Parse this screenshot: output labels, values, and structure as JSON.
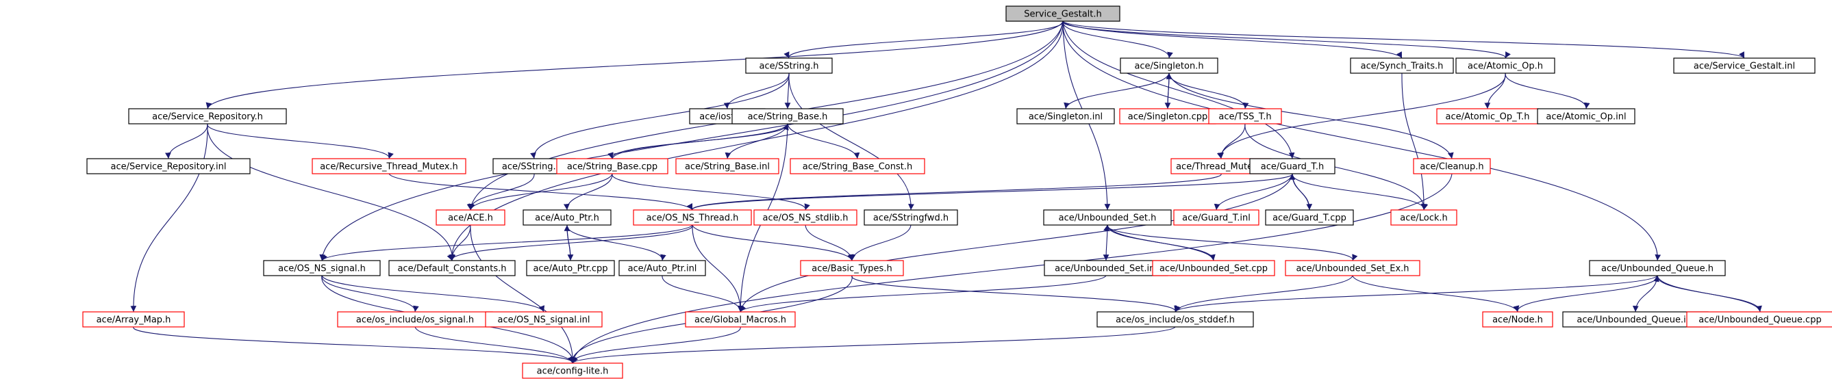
{
  "graph": {
    "root": "Service_Gestalt.h",
    "nodes": [
      {
        "id": "root",
        "label": "Service_Gestalt.h",
        "color": "root"
      },
      {
        "id": "sstring_h",
        "label": "ace/SString.h",
        "color": "black"
      },
      {
        "id": "singleton_h",
        "label": "ace/Singleton.h",
        "color": "black"
      },
      {
        "id": "synch_traits",
        "label": "ace/Synch_Traits.h",
        "color": "black"
      },
      {
        "id": "atomic_op_h",
        "label": "ace/Atomic_Op.h",
        "color": "black"
      },
      {
        "id": "sg_inl",
        "label": "ace/Service_Gestalt.inl",
        "color": "black"
      },
      {
        "id": "svc_repo_h",
        "label": "ace/Service_Repository.h",
        "color": "black"
      },
      {
        "id": "iosfwd",
        "label": "ace/iosfwd.h",
        "color": "black"
      },
      {
        "id": "string_base_h",
        "label": "ace/String_Base.h",
        "color": "black"
      },
      {
        "id": "singleton_inl",
        "label": "ace/Singleton.inl",
        "color": "black"
      },
      {
        "id": "singleton_cpp",
        "label": "ace/Singleton.cpp",
        "color": "red"
      },
      {
        "id": "tss_t",
        "label": "ace/TSS_T.h",
        "color": "red"
      },
      {
        "id": "atomic_op_t",
        "label": "ace/Atomic_Op_T.h",
        "color": "red"
      },
      {
        "id": "atomic_op_inl",
        "label": "ace/Atomic_Op.inl",
        "color": "black"
      },
      {
        "id": "svc_repo_inl",
        "label": "ace/Service_Repository.inl",
        "color": "black"
      },
      {
        "id": "rec_mutex",
        "label": "ace/Recursive_Thread_Mutex.h",
        "color": "red"
      },
      {
        "id": "sstring_inl",
        "label": "ace/SString.inl",
        "color": "black"
      },
      {
        "id": "string_base_cpp",
        "label": "ace/String_Base.cpp",
        "color": "red"
      },
      {
        "id": "string_base_inl",
        "label": "ace/String_Base.inl",
        "color": "red"
      },
      {
        "id": "string_base_const",
        "label": "ace/String_Base_Const.h",
        "color": "red"
      },
      {
        "id": "thread_mutex",
        "label": "ace/Thread_Mutex.h",
        "color": "red"
      },
      {
        "id": "guard_t_h",
        "label": "ace/Guard_T.h",
        "color": "black"
      },
      {
        "id": "cleanup",
        "label": "ace/Cleanup.h",
        "color": "red"
      },
      {
        "id": "ace_h",
        "label": "ace/ACE.h",
        "color": "red"
      },
      {
        "id": "auto_ptr_h",
        "label": "ace/Auto_Ptr.h",
        "color": "black"
      },
      {
        "id": "os_ns_thread",
        "label": "ace/OS_NS_Thread.h",
        "color": "red"
      },
      {
        "id": "os_ns_stdlib",
        "label": "ace/OS_NS_stdlib.h",
        "color": "red"
      },
      {
        "id": "sstringfwd",
        "label": "ace/SStringfwd.h",
        "color": "black"
      },
      {
        "id": "unbounded_set_h",
        "label": "ace/Unbounded_Set.h",
        "color": "black"
      },
      {
        "id": "guard_t_inl",
        "label": "ace/Guard_T.inl",
        "color": "red"
      },
      {
        "id": "guard_t_cpp",
        "label": "ace/Guard_T.cpp",
        "color": "black"
      },
      {
        "id": "lock_h",
        "label": "ace/Lock.h",
        "color": "red"
      },
      {
        "id": "os_ns_signal",
        "label": "ace/OS_NS_signal.h",
        "color": "black"
      },
      {
        "id": "default_consts",
        "label": "ace/Default_Constants.h",
        "color": "black"
      },
      {
        "id": "auto_ptr_cpp",
        "label": "ace/Auto_Ptr.cpp",
        "color": "black"
      },
      {
        "id": "auto_ptr_inl",
        "label": "ace/Auto_Ptr.inl",
        "color": "black"
      },
      {
        "id": "basic_types",
        "label": "ace/Basic_Types.h",
        "color": "red"
      },
      {
        "id": "unbounded_set_inl",
        "label": "ace/Unbounded_Set.inl",
        "color": "black"
      },
      {
        "id": "unbounded_set_cpp",
        "label": "ace/Unbounded_Set.cpp",
        "color": "red"
      },
      {
        "id": "unbounded_set_ex",
        "label": "ace/Unbounded_Set_Ex.h",
        "color": "red"
      },
      {
        "id": "unbounded_queue_h",
        "label": "ace/Unbounded_Queue.h",
        "color": "black"
      },
      {
        "id": "array_map",
        "label": "ace/Array_Map.h",
        "color": "red"
      },
      {
        "id": "os_signal",
        "label": "ace/os_include/os_signal.h",
        "color": "red"
      },
      {
        "id": "os_ns_signal_inl",
        "label": "ace/OS_NS_signal.inl",
        "color": "red"
      },
      {
        "id": "global_macros",
        "label": "ace/Global_Macros.h",
        "color": "red"
      },
      {
        "id": "os_stddef",
        "label": "ace/os_include/os_stddef.h",
        "color": "black"
      },
      {
        "id": "node_h",
        "label": "ace/Node.h",
        "color": "red"
      },
      {
        "id": "unbounded_queue_inl",
        "label": "ace/Unbounded_Queue.inl",
        "color": "black"
      },
      {
        "id": "unbounded_queue_cpp",
        "label": "ace/Unbounded_Queue.cpp",
        "color": "red"
      },
      {
        "id": "config_lite",
        "label": "ace/config-lite.h",
        "color": "red"
      }
    ],
    "edges": [
      [
        "root",
        "sstring_h"
      ],
      [
        "root",
        "singleton_h"
      ],
      [
        "root",
        "synch_traits"
      ],
      [
        "root",
        "atomic_op_h"
      ],
      [
        "root",
        "sg_inl"
      ],
      [
        "root",
        "svc_repo_h"
      ],
      [
        "root",
        "unbounded_set_h"
      ],
      [
        "root",
        "unbounded_queue_h"
      ],
      [
        "root",
        "guard_t_h"
      ],
      [
        "root",
        "ace_h"
      ],
      [
        "root",
        "default_consts"
      ],
      [
        "root",
        "os_ns_signal"
      ],
      [
        "sstring_h",
        "iosfwd"
      ],
      [
        "sstring_h",
        "string_base_h"
      ],
      [
        "sstring_h",
        "sstring_inl"
      ],
      [
        "sstring_h",
        "sstringfwd"
      ],
      [
        "string_base_h",
        "string_base_cpp"
      ],
      [
        "string_base_h",
        "string_base_inl"
      ],
      [
        "string_base_h",
        "string_base_const"
      ],
      [
        "string_base_h",
        "global_macros"
      ],
      [
        "string_base_cpp",
        "string_base_h"
      ],
      [
        "string_base_cpp",
        "ace_h"
      ],
      [
        "string_base_cpp",
        "auto_ptr_h"
      ],
      [
        "string_base_cpp",
        "os_ns_stdlib"
      ],
      [
        "sstring_inl",
        "ace_h"
      ],
      [
        "sstringfwd",
        "basic_types"
      ],
      [
        "svc_repo_h",
        "svc_repo_inl"
      ],
      [
        "svc_repo_h",
        "rec_mutex"
      ],
      [
        "svc_repo_h",
        "array_map"
      ],
      [
        "svc_repo_h",
        "default_consts"
      ],
      [
        "rec_mutex",
        "os_ns_thread"
      ],
      [
        "singleton_h",
        "singleton_inl"
      ],
      [
        "singleton_h",
        "singleton_cpp"
      ],
      [
        "singleton_h",
        "tss_t"
      ],
      [
        "singleton_h",
        "cleanup"
      ],
      [
        "singleton_cpp",
        "singleton_h"
      ],
      [
        "tss_t",
        "thread_mutex"
      ],
      [
        "tss_t",
        "lock_h"
      ],
      [
        "thread_mutex",
        "os_ns_thread"
      ],
      [
        "guard_t_h",
        "guard_t_inl"
      ],
      [
        "guard_t_h",
        "guard_t_cpp"
      ],
      [
        "guard_t_h",
        "lock_h"
      ],
      [
        "guard_t_h",
        "os_ns_thread"
      ],
      [
        "guard_t_h",
        "global_macros"
      ],
      [
        "guard_t_cpp",
        "guard_t_h"
      ],
      [
        "synch_traits",
        "lock_h"
      ],
      [
        "atomic_op_h",
        "atomic_op_t"
      ],
      [
        "atomic_op_h",
        "atomic_op_inl"
      ],
      [
        "atomic_op_h",
        "thread_mutex"
      ],
      [
        "cleanup",
        "config_lite"
      ],
      [
        "ace_h",
        "default_consts"
      ],
      [
        "ace_h",
        "config_lite"
      ],
      [
        "auto_ptr_h",
        "auto_ptr_cpp"
      ],
      [
        "auto_ptr_h",
        "auto_ptr_inl"
      ],
      [
        "auto_ptr_cpp",
        "auto_ptr_h"
      ],
      [
        "auto_ptr_inl",
        "global_macros"
      ],
      [
        "os_ns_thread",
        "basic_types"
      ],
      [
        "os_ns_thread",
        "global_macros"
      ],
      [
        "os_ns_thread",
        "default_consts"
      ],
      [
        "os_ns_thread",
        "os_ns_signal"
      ],
      [
        "os_ns_stdlib",
        "basic_types"
      ],
      [
        "basic_types",
        "os_stddef"
      ],
      [
        "basic_types",
        "config_lite"
      ],
      [
        "unbounded_set_h",
        "unbounded_set_inl"
      ],
      [
        "unbounded_set_h",
        "unbounded_set_cpp"
      ],
      [
        "unbounded_set_h",
        "unbounded_set_ex"
      ],
      [
        "unbounded_set_cpp",
        "unbounded_set_h"
      ],
      [
        "unbounded_set_inl",
        "global_macros"
      ],
      [
        "unbounded_set_ex",
        "node_h"
      ],
      [
        "unbounded_set_ex",
        "os_stddef"
      ],
      [
        "unbounded_queue_h",
        "node_h"
      ],
      [
        "unbounded_queue_h",
        "unbounded_queue_inl"
      ],
      [
        "unbounded_queue_h",
        "unbounded_queue_cpp"
      ],
      [
        "unbounded_queue_h",
        "os_stddef"
      ],
      [
        "unbounded_queue_cpp",
        "unbounded_queue_h"
      ],
      [
        "os_ns_signal",
        "os_signal"
      ],
      [
        "os_ns_signal",
        "os_ns_signal_inl"
      ],
      [
        "os_ns_signal",
        "config_lite"
      ],
      [
        "os_signal",
        "config_lite"
      ],
      [
        "array_map",
        "config_lite"
      ],
      [
        "global_macros",
        "config_lite"
      ],
      [
        "os_stddef",
        "config_lite"
      ]
    ]
  }
}
